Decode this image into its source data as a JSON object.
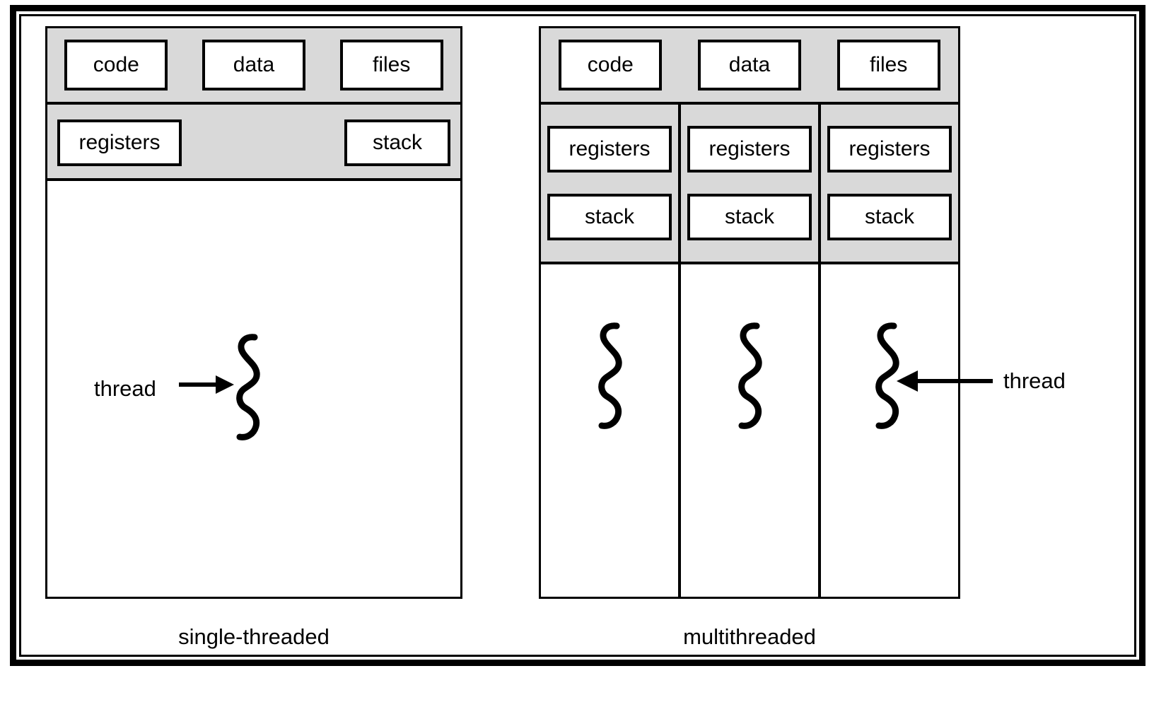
{
  "figure": {
    "colors": {
      "frame": "#000000",
      "shared_panel": "#d9d9d9",
      "box_fill": "#ffffff",
      "text": "#000000"
    },
    "captions": {
      "single": "single-threaded",
      "multi": "multithreaded"
    }
  },
  "single_threaded": {
    "shared": [
      {
        "label": "code"
      },
      {
        "label": "data"
      },
      {
        "label": "files"
      }
    ],
    "private": [
      {
        "label": "registers"
      },
      {
        "label": "stack"
      }
    ],
    "thread_label": "thread",
    "thread_count": 1
  },
  "multithreaded": {
    "shared": [
      {
        "label": "code"
      },
      {
        "label": "data"
      },
      {
        "label": "files"
      }
    ],
    "threads": [
      {
        "registers": "registers",
        "stack": "stack"
      },
      {
        "registers": "registers",
        "stack": "stack"
      },
      {
        "registers": "registers",
        "stack": "stack"
      }
    ],
    "thread_label": "thread",
    "thread_count": 3
  }
}
